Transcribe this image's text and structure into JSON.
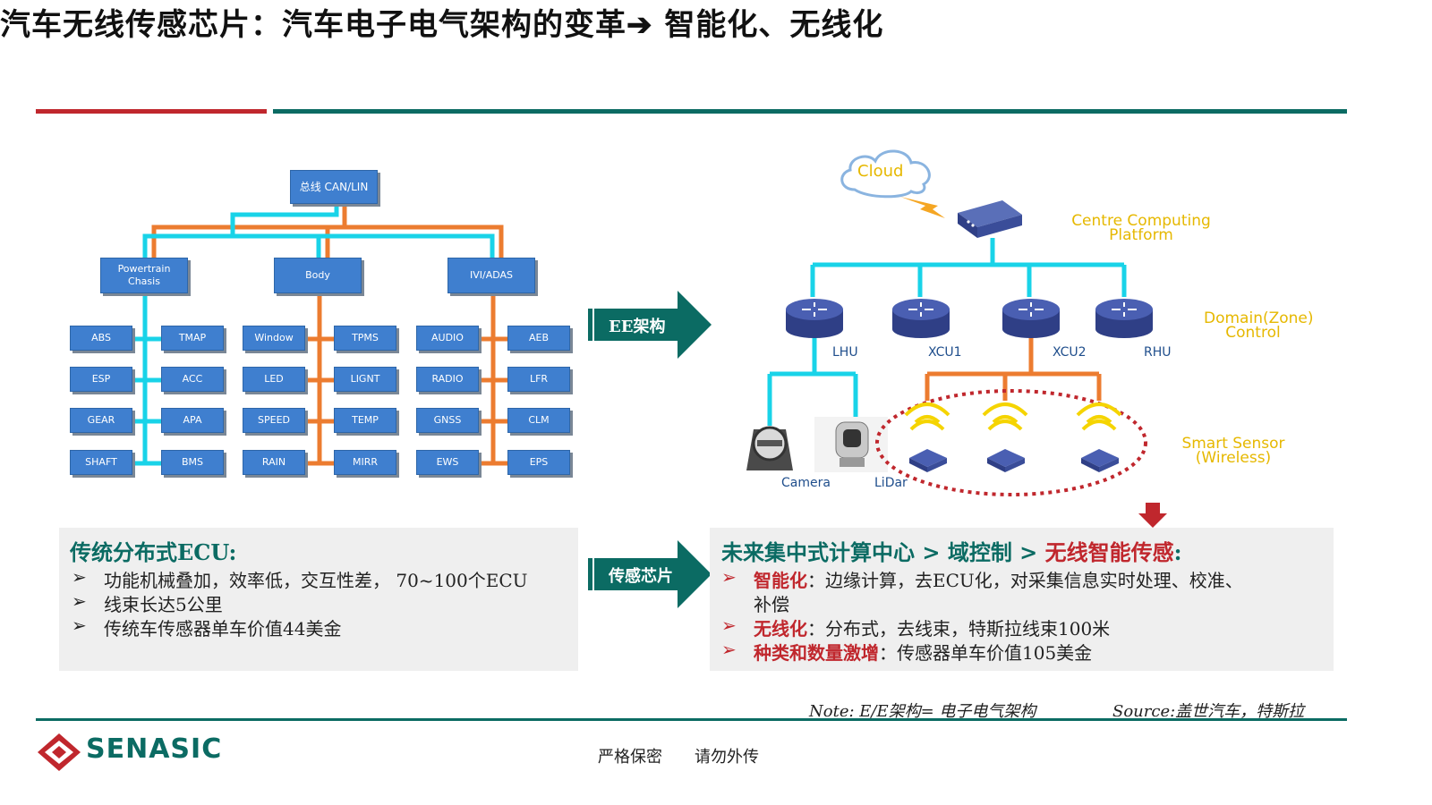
{
  "title": "汽车无线传感芯片：汽车电子电气架构的变革➔ 智能化、无线化",
  "colors": {
    "red": "#c0272d",
    "teal": "#0b6b63",
    "cyan": "#19d3e8",
    "orange": "#ec7c30",
    "ecu_blue": "#3f7fcf",
    "yellow": "#e6b800"
  },
  "left_diagram": {
    "bus": "总线 CAN/LIN",
    "domains": [
      "Powertrain Chasis",
      "Body",
      "IVI/ADAS"
    ],
    "ecus": [
      [
        "ABS",
        "TMAP",
        "Window",
        "TPMS",
        "AUDIO",
        "AEB"
      ],
      [
        "ESP",
        "ACC",
        "LED",
        "LIGNT",
        "RADIO",
        "LFR"
      ],
      [
        "GEAR",
        "APA",
        "SPEED",
        "TEMP",
        "GNSS",
        "CLM"
      ],
      [
        "SHAFT",
        "BMS",
        "RAIN",
        "MIRR",
        "EWS",
        "EPS"
      ]
    ]
  },
  "arrows": {
    "top": "EE架构",
    "bottom": "传感芯片"
  },
  "right_diagram": {
    "cloud": "Cloud",
    "centre": "Centre Computing Platform",
    "domain_control": "Domain(Zone) Control",
    "switches": [
      "LHU",
      "XCU1",
      "XCU2",
      "RHU"
    ],
    "camera": "Camera",
    "lidar": "LiDar",
    "smart_sensor": "Smart Sensor (Wireless)"
  },
  "left_panel": {
    "heading": "传统分布式ECU:",
    "bullets": [
      "功能机械叠加，效率低，交互性差， 70~100个ECU",
      "线束长达5公里",
      "传统车传感器单车价值44美金"
    ]
  },
  "right_panel": {
    "heading_part1": "未来集中式计算中心 > 域控制 > ",
    "heading_part2": "无线智能传感",
    "heading_colon": ":",
    "bullets": [
      {
        "key": "智能化",
        "text": "：边缘计算，去ECU化，对采集信息实时处理、校准、",
        "cont": "补偿"
      },
      {
        "key": "无线化",
        "text": "：分布式，去线束，特斯拉线束100米"
      },
      {
        "key": "种类和数量激增",
        "text": "：传感器单车价值105美金"
      }
    ]
  },
  "bullet_marker": "➢",
  "note": "Note: E/E架构= 电子电气架构",
  "source": "Source:盖世汽车，特斯拉",
  "logo": "SENASIC",
  "footer": {
    "confidential": "严格保密",
    "no_share": "请勿外传"
  }
}
